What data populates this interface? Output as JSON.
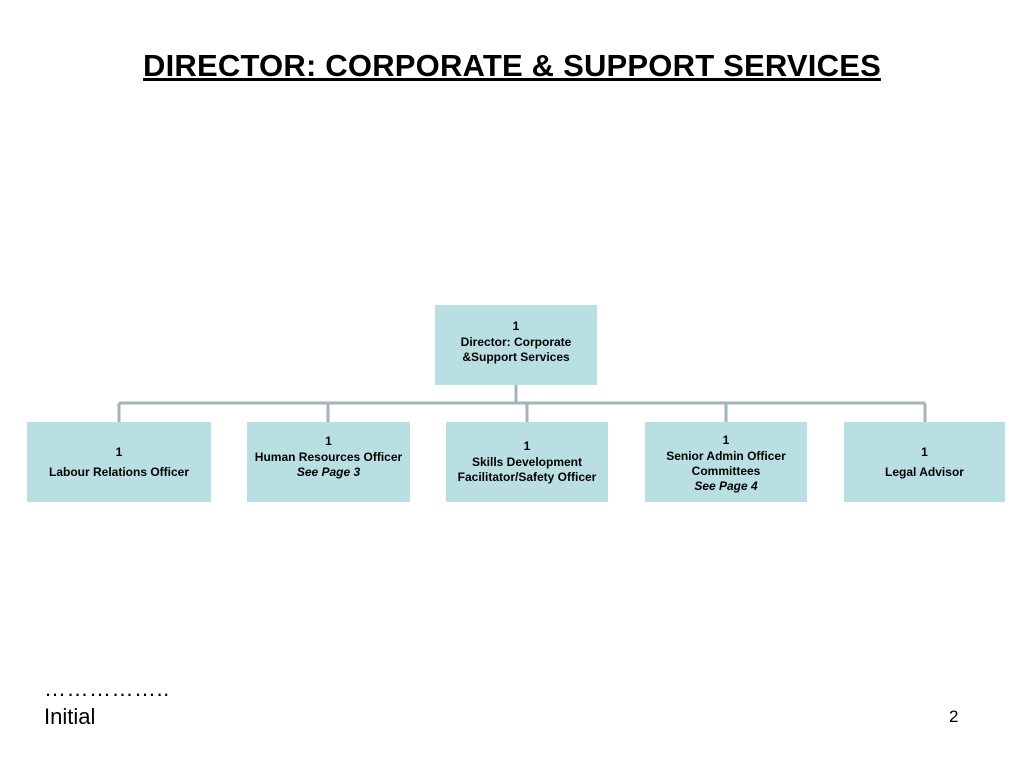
{
  "title": "DIRECTOR: CORPORATE & SUPPORT SERVICES",
  "director": {
    "count": "1",
    "line1": "Director: Corporate",
    "line2": "&Support Services"
  },
  "positions": [
    {
      "count": "1",
      "line1": "Labour Relations Officer",
      "line2": "",
      "note": ""
    },
    {
      "count": "1",
      "line1": "Human Resources Officer",
      "line2": "",
      "note": "See Page 3"
    },
    {
      "count": "1",
      "line1": "Skills Development",
      "line2": "Facilitator/Safety Officer",
      "note": ""
    },
    {
      "count": "1",
      "line1": "Senior Admin Officer",
      "line2": "Committees",
      "note": "See Page 4"
    },
    {
      "count": "1",
      "line1": "Legal Advisor",
      "line2": "",
      "note": ""
    }
  ],
  "footer": {
    "dots": "……………..",
    "initial_label": "Initial",
    "page_number": "2"
  },
  "colors": {
    "box_fill": "#b9dfe2",
    "connector": "#9fb6bb"
  }
}
